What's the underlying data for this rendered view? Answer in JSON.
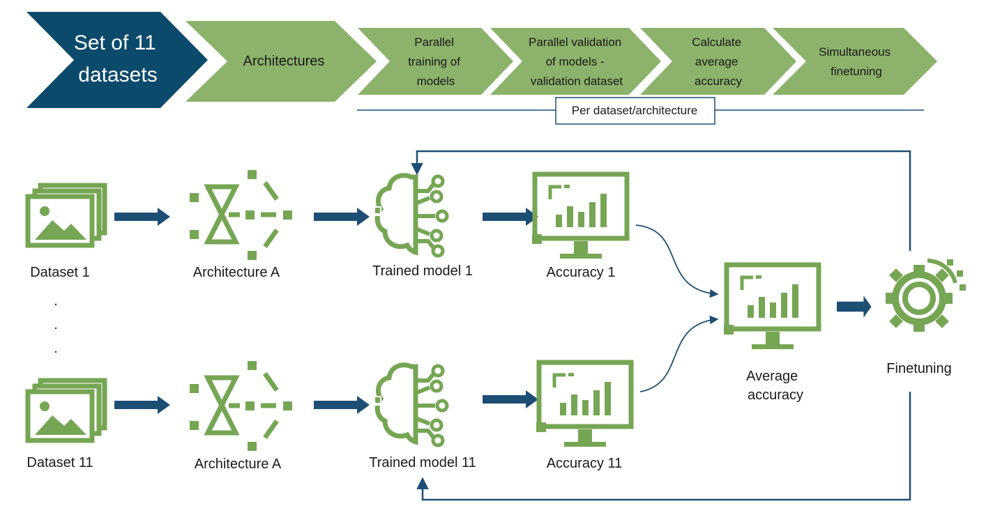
{
  "process": {
    "step1": [
      "Set of 11",
      "datasets"
    ],
    "step2": [
      "Architectures"
    ],
    "step3": [
      "Parallel",
      "training of",
      "models"
    ],
    "step4": [
      "Parallel validation",
      "of models -",
      "validation dataset"
    ],
    "step5": [
      "Calculate",
      "average",
      "accuracy"
    ],
    "step6": [
      "Simultaneous",
      "finetuning"
    ],
    "bracket_label": "Per dataset/architecture"
  },
  "pipeline_top": {
    "dataset": "Dataset 1",
    "architecture": "Architecture A",
    "model": "Trained model 1",
    "accuracy": "Accuracy 1"
  },
  "pipeline_bottom": {
    "dataset": "Dataset 11",
    "architecture": "Architecture A",
    "model": "Trained model 11",
    "accuracy": "Accuracy 11"
  },
  "aggregate": {
    "average_lines": [
      "Average",
      "accuracy"
    ],
    "finetuning": "Finetuning"
  },
  "ellipsis": [
    ".",
    ".",
    "."
  ],
  "colors": {
    "navy": "#0b4a6b",
    "green": "#8cb26b",
    "icon_green": "#76a654",
    "arrow_blue": "#1d4e74"
  }
}
